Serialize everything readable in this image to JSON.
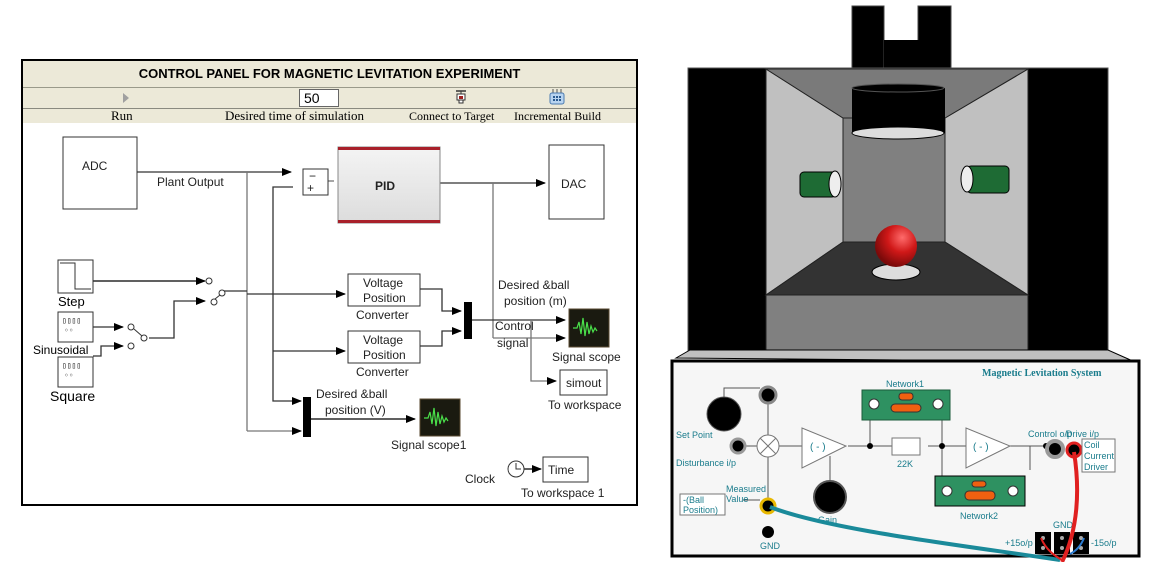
{
  "control_panel": {
    "title": "CONTROL PANEL FOR MAGNETIC LEVITATION EXPERIMENT",
    "toolbar": {
      "run_label": "Run",
      "sim_time_value": "50",
      "sim_time_label": "Desired time of simulation",
      "connect_label": "Connect to Target",
      "build_label": "Incremental Build"
    },
    "icons": {
      "run": "play-icon",
      "connect": "connect-plug-icon",
      "build": "incremental-build-icon"
    }
  },
  "diagram": {
    "adc": "ADC",
    "plant_output": "Plant Output",
    "sum_minus": "−",
    "sum_plus": "+",
    "pid": "PID",
    "dac": "DAC",
    "step": "Step",
    "sinusoidal": "Sinusoidal",
    "square": "Square",
    "converter1": [
      "Voltage",
      "Position",
      "Converter"
    ],
    "converter2": [
      "Voltage",
      "Position",
      "Converter"
    ],
    "desired_ball_m": [
      "Desired &ball",
      "position (m)"
    ],
    "control_signal": [
      "Control",
      "signal"
    ],
    "signal_scope": "Signal scope",
    "simout": "simout",
    "to_workspace": "To workspace",
    "desired_ball_v": [
      "Desired &ball",
      "position (V)"
    ],
    "signal_scope1": "Signal scope1",
    "clock": "Clock",
    "time": "Time",
    "to_workspace1": "To workspace 1"
  },
  "board": {
    "title": "Magnetic Levitation System",
    "set_point": "Set Point",
    "disturbance": "Disturbance i/p",
    "measured": [
      "Measured",
      "Value"
    ],
    "ball_position": [
      "-(Ball",
      "Position)"
    ],
    "gnd": "GND",
    "gain": "Gain",
    "amp_sign": "( - )",
    "network1": "Network1",
    "network2": "Network2",
    "resistor": "22K",
    "control_op": "Control o/p",
    "drive_ip": "Drive i/p",
    "coil_driver": [
      "Coil",
      "Current",
      "Driver"
    ],
    "plus15": "+15o/p",
    "minus15": "-15o/p",
    "gnd2": "GND"
  },
  "colors": {
    "ball": "#cc1a1a",
    "sensor": "#1e6b34",
    "network": "#2e9161",
    "pad": "#f06010",
    "wire_teal": "#1a8a9a",
    "wire_red": "#e02020",
    "board_text": "#1a7c8c"
  }
}
